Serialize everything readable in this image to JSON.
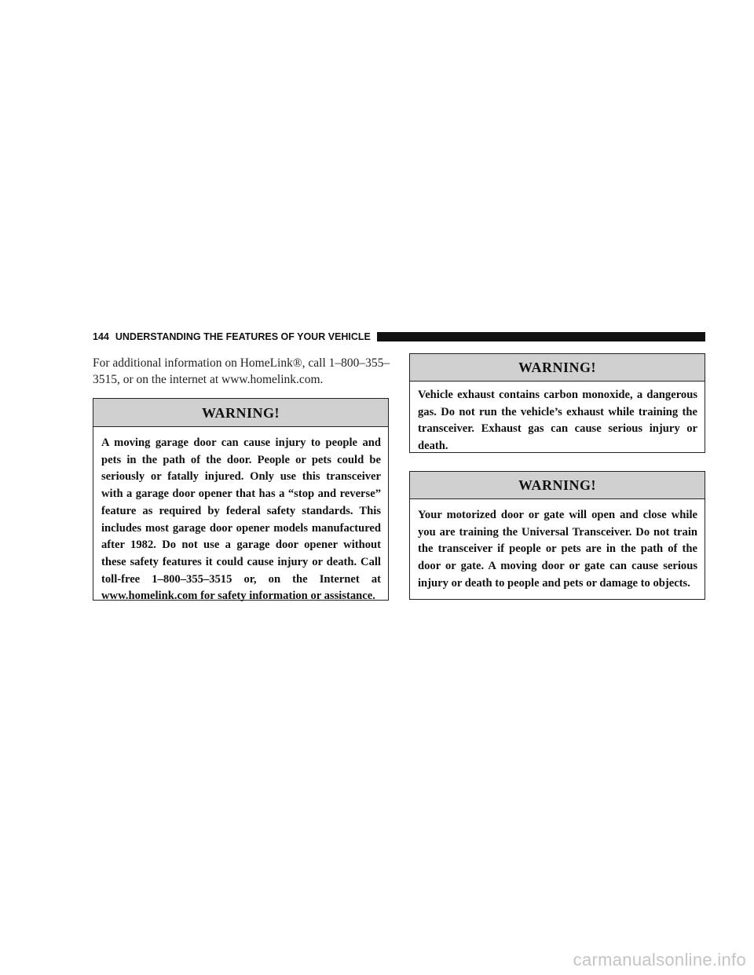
{
  "header": {
    "page_number": "144",
    "section_title": "UNDERSTANDING THE FEATURES OF YOUR VEHICLE"
  },
  "intro": {
    "text": "For additional information on HomeLink®, call 1–800–355–3515, or on the internet at www.homelink.com."
  },
  "warnings": [
    {
      "title": "WARNING!",
      "body": "A moving garage door can cause injury to people and pets in the path of the door. People or pets could be seriously or fatally injured. Only use this transceiver with a garage door opener that has a “stop and reverse” feature as required by federal safety standards. This includes most garage door opener models manufactured after 1982. Do not use a garage door opener without these safety features it could cause injury or death. Call toll-free 1–800–355–3515 or, on the Internet at www.homelink.com for safety information or assistance."
    },
    {
      "title": "WARNING!",
      "body": "Vehicle exhaust contains carbon monoxide, a dangerous gas. Do not run the vehicle’s exhaust while training the transceiver. Exhaust gas can cause serious injury or death."
    },
    {
      "title": "WARNING!",
      "body": "Your motorized door or gate will open and close while you are training the Universal Transceiver. Do not train the transceiver if people or pets are in the path of the door or gate. A moving door or gate can cause serious injury or death to people and pets or damage to objects."
    }
  ],
  "watermark": {
    "text": "carmanualsonline.info"
  }
}
